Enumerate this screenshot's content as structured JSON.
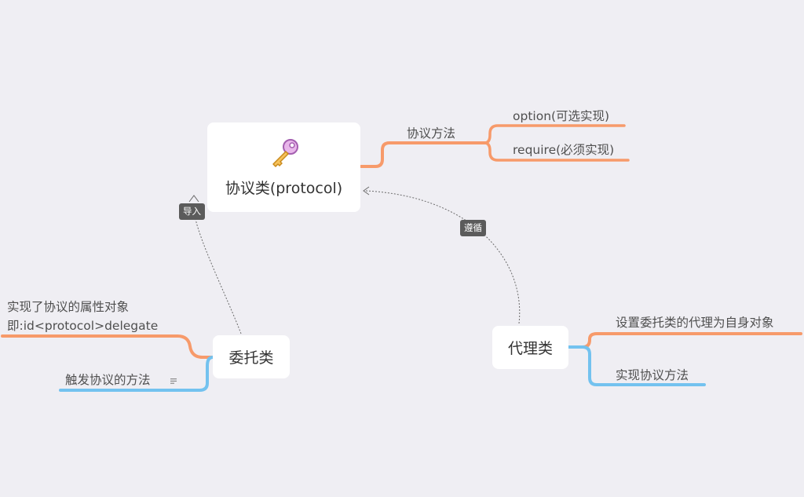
{
  "central": {
    "label": "协议类(protocol)",
    "icon": "key-icon"
  },
  "protocol_branch": {
    "label": "协议方法",
    "children": [
      "option(可选实现)",
      "require(必须实现)"
    ]
  },
  "delegator": {
    "label": "委托类",
    "branches": [
      {
        "line1": "实现了协议的属性对象",
        "line2": "即:id<protocol>delegate"
      },
      {
        "line1": "触发协议的方法"
      }
    ],
    "note_icon": "note-icon"
  },
  "agent": {
    "label": "代理类",
    "branches": [
      "设置委托类的代理为自身对象",
      "实现协议方法"
    ]
  },
  "relations": {
    "import_label": "导入",
    "conform_label": "遵循"
  },
  "colors": {
    "background": "#efeef3",
    "orange": "#f79a6a",
    "blue": "#73c2ef",
    "tag_bg": "#5b5b5b",
    "node_bg": "#ffffff"
  }
}
